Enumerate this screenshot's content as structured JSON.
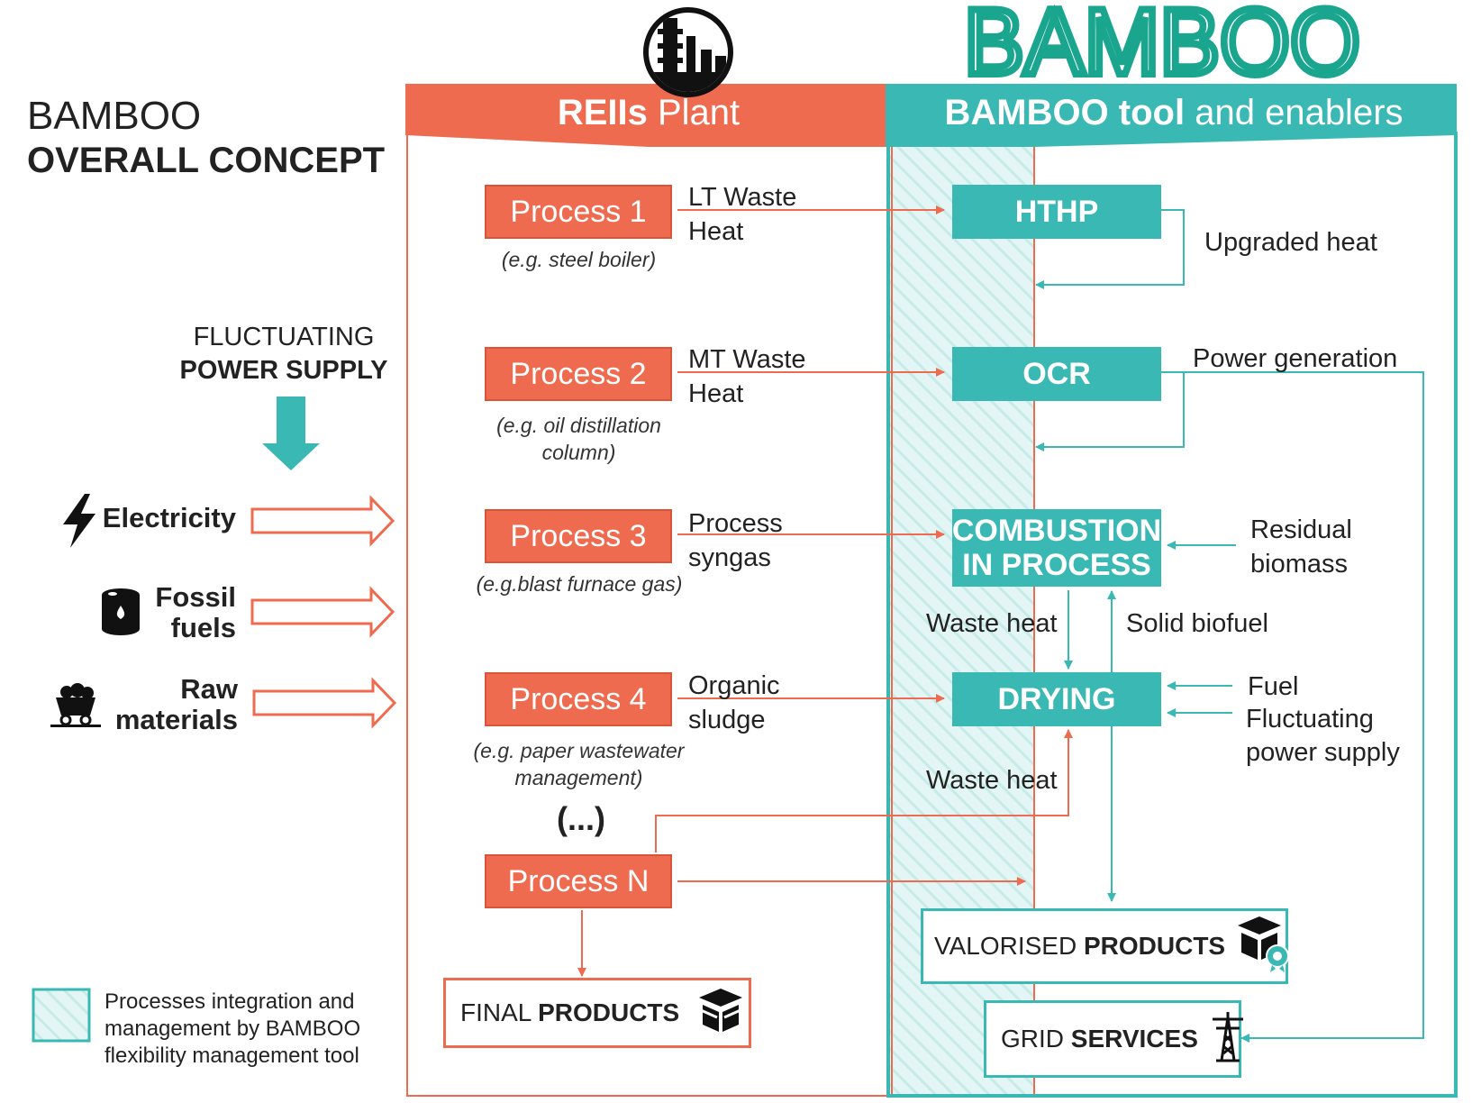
{
  "title": {
    "line1": "BAMBOO",
    "line2": "OVERALL CONCEPT"
  },
  "logo": {
    "text": "BAMBOO",
    "color": "#1aa58f"
  },
  "colors": {
    "orange": "#ef6b4f",
    "teal": "#3ab8b3",
    "hatch": "#c9eeec"
  },
  "plant_header": {
    "bold": "REIIs",
    "rest": " Plant"
  },
  "tool_header": {
    "bold": "BAMBOO tool",
    "rest": " and enablers"
  },
  "power_supply": {
    "line1": "FLUCTUATING",
    "line2": "POWER SUPPLY"
  },
  "inputs": [
    {
      "label": "Electricity",
      "icon": "lightning-icon"
    },
    {
      "label": "Fossil fuels",
      "line1": "Fossil",
      "line2": "fuels",
      "icon": "oil-barrel-icon"
    },
    {
      "label": "Raw materials",
      "line1": "Raw",
      "line2": "materials",
      "icon": "mine-cart-icon"
    }
  ],
  "processes": [
    {
      "label": "Process 1",
      "note": "(e.g. steel boiler)",
      "flow_line1": "LT Waste",
      "flow_line2": "Heat"
    },
    {
      "label": "Process 2",
      "note_line1": "(e.g. oil distillation",
      "note_line2": "column)",
      "flow_line1": "MT Waste",
      "flow_line2": "Heat"
    },
    {
      "label": "Process 3",
      "note": "(e.g.blast furnace gas)",
      "flow_line1": "Process",
      "flow_line2": "syngas"
    },
    {
      "label": "Process 4",
      "note_line1": "(e.g. paper wastewater",
      "note_line2": "management)",
      "flow_line1": "Organic",
      "flow_line2": "sludge"
    },
    {
      "label": "Process N"
    }
  ],
  "ellipsis": "(...)",
  "tool_boxes": {
    "hthp": "HTHP",
    "ocr": "OCR",
    "combustion_line1": "COMBUSTION",
    "combustion_line2": "IN PROCESS",
    "drying": "DRYING"
  },
  "tool_labels": {
    "upgraded_heat": "Upgraded heat",
    "power_generation": "Power generation",
    "residual_biomass_line1": "Residual",
    "residual_biomass_line2": "biomass",
    "waste_heat_1": "Waste heat",
    "solid_biofuel": "Solid biofuel",
    "fuel": "Fuel",
    "fluct_line1": "Fluctuating",
    "fluct_line2": "power supply",
    "waste_heat_2": "Waste heat"
  },
  "outputs": {
    "final_products": {
      "plain": "FINAL ",
      "bold": "PRODUCTS"
    },
    "valorised_products": {
      "plain": "VALORISED ",
      "bold": "PRODUCTS"
    },
    "grid_services": {
      "plain": "GRID ",
      "bold": "SERVICES"
    }
  },
  "legend": {
    "line1": "Processes integration and",
    "line2": "management by BAMBOO",
    "line3": "flexibility management tool"
  }
}
